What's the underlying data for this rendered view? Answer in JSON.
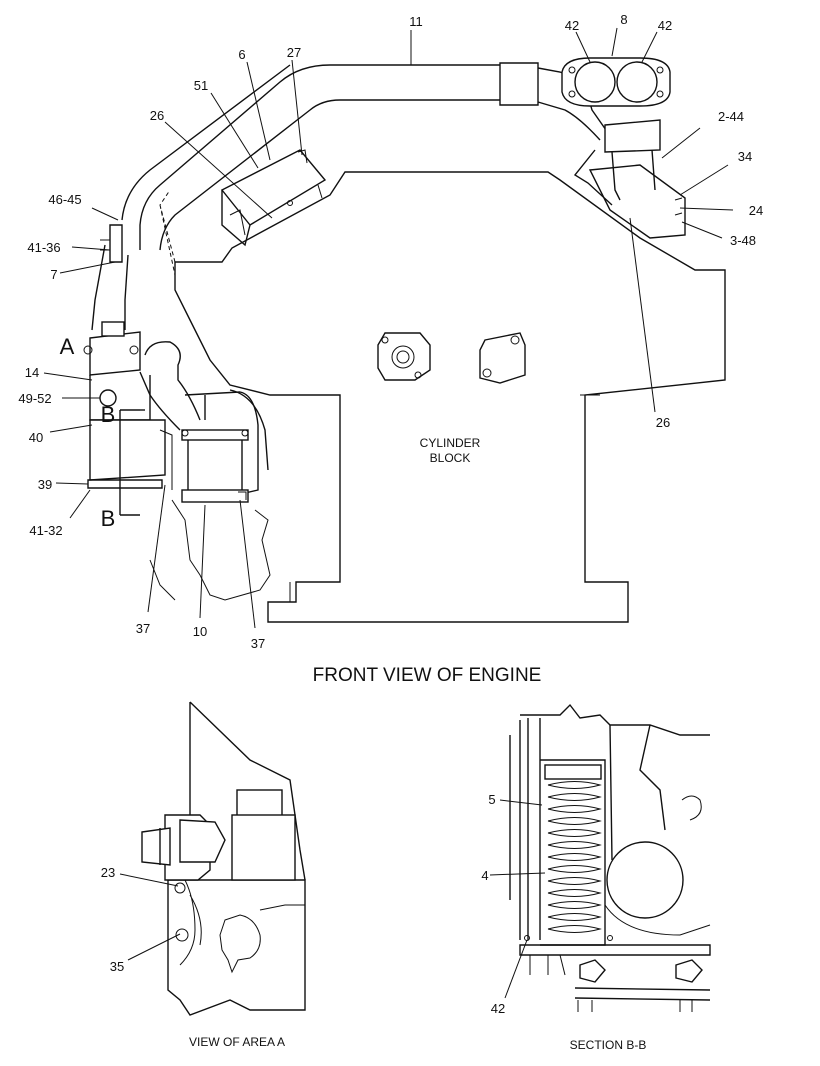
{
  "titles": {
    "front_view": "FRONT VIEW OF ENGINE",
    "view_area_a": "VIEW OF AREA A",
    "section_bb": "SECTION  B-B"
  },
  "block_label": {
    "line1": "CYLINDER",
    "line2": "BLOCK"
  },
  "view_markers": {
    "a": "A",
    "b_top": "B",
    "b_bottom": "B"
  },
  "callouts": {
    "c11": "11",
    "c42a": "42",
    "c8": "8",
    "c42b": "42",
    "c6": "6",
    "c27": "27",
    "c51": "51",
    "c26a": "26",
    "c2_44": "2-44",
    "c34": "34",
    "c24": "24",
    "c3_48": "3-48",
    "c46_45": "46-45",
    "c41_36": "41-36",
    "c7": "7",
    "c14": "14",
    "c49_52": "49-52",
    "c40": "40",
    "c39": "39",
    "c41_32": "41-32",
    "c26b": "26",
    "c37a": "37",
    "c10": "10",
    "c37b": "37",
    "c23": "23",
    "c35": "35",
    "c5": "5",
    "c4": "4",
    "c42c": "42"
  }
}
